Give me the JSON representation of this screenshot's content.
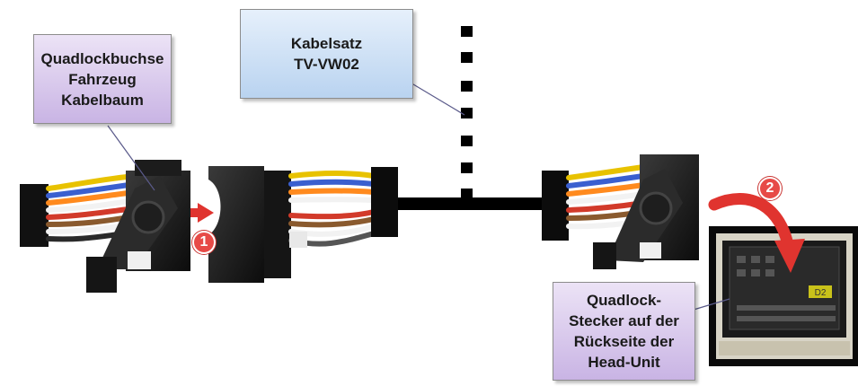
{
  "callouts": {
    "vehicle_socket": [
      "Quadlockbuchse",
      "Fahrzeug",
      "Kabelbaum"
    ],
    "cable_set": [
      "Kabelsatz",
      "TV-VW02"
    ],
    "headunit_plug": [
      "Quadlock-",
      "Stecker auf der",
      "Rückseite der",
      "Head-Unit"
    ]
  },
  "steps": {
    "step1": "1",
    "step2": "2"
  },
  "colors": {
    "step_marker": "#e74a47",
    "callout_purple": "#d9c9ee",
    "callout_blue": "#cfe1f6",
    "cable": "#000000"
  },
  "device_label": "D2"
}
